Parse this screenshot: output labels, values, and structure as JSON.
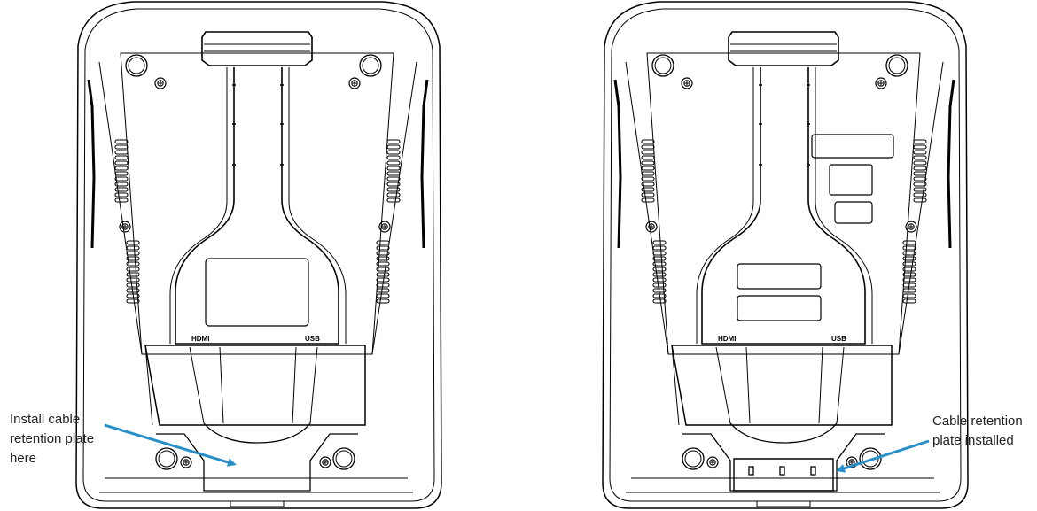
{
  "left_figure": {
    "callout": {
      "lines": [
        "Install cable",
        "retention plate",
        "here"
      ]
    },
    "ports": {
      "left": "HDMI",
      "right": "USB"
    }
  },
  "right_figure": {
    "callout": {
      "lines": [
        "Cable retention",
        "plate installed"
      ]
    },
    "ports": {
      "left": "HDMI",
      "right": "USB"
    }
  },
  "colors": {
    "line_art": "#000000",
    "arrow": "#2a8fc6",
    "text": "#222222"
  }
}
